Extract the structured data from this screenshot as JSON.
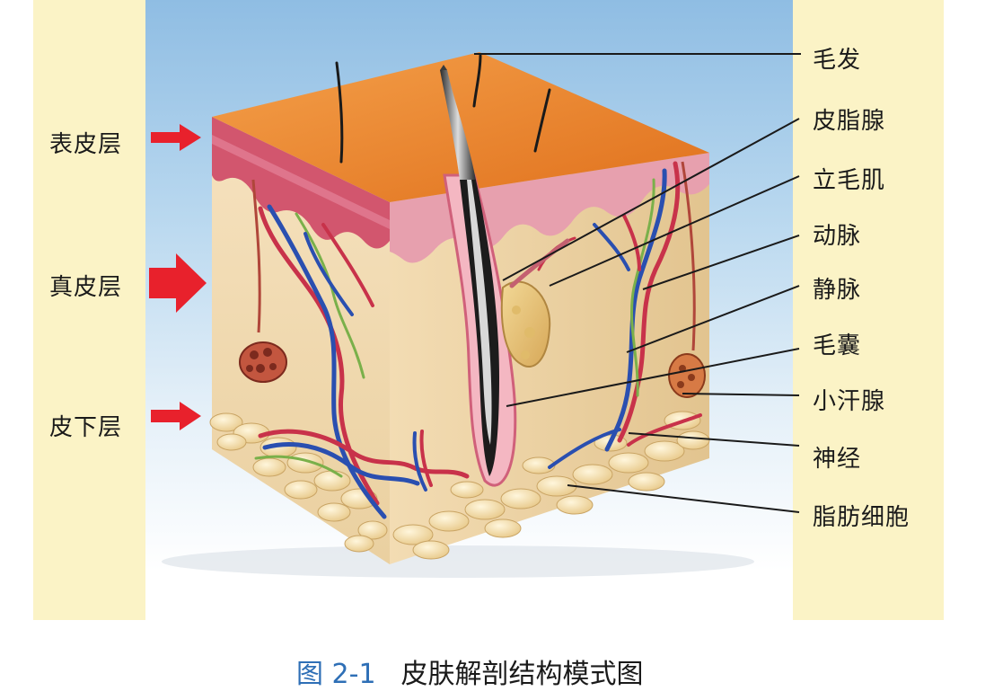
{
  "left_labels": {
    "epidermis": "表皮层",
    "dermis": "真皮层",
    "subcutis": "皮下层"
  },
  "right_labels": {
    "hair": "毛发",
    "sebaceous_gland": "皮脂腺",
    "arrector_pili": "立毛肌",
    "artery": "动脉",
    "vein": "静脉",
    "hair_follicle": "毛囊",
    "sweat_gland": "小汗腺",
    "nerve": "神经",
    "fat_cells": "脂肪细胞"
  },
  "caption": {
    "number": "图 2-1",
    "title": "皮肤解剖结构模式图"
  }
}
